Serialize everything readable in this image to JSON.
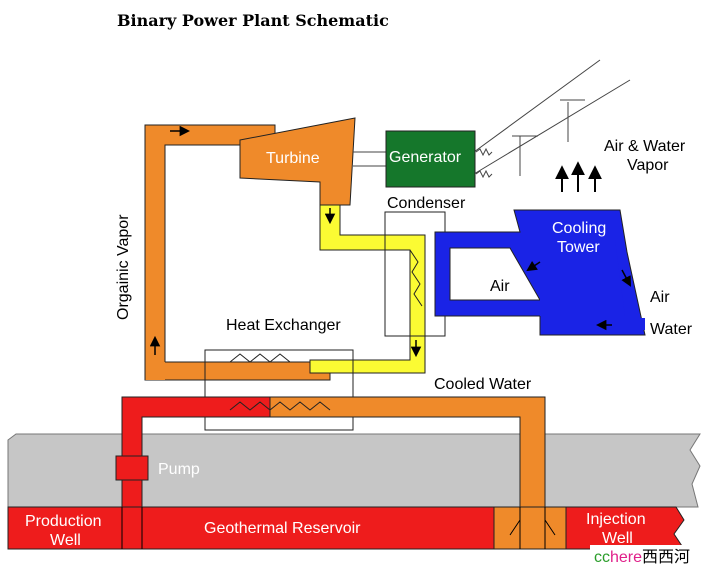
{
  "title": "Binary Power Plant Schematic",
  "labels": {
    "turbine": "Turbine",
    "generator": "Generator",
    "condenser": "Condenser",
    "cooling_tower_line1": "Cooling",
    "cooling_tower_line2": "Tower",
    "air_water_vapor_line1": "Air & Water",
    "air_water_vapor_line2": "Vapor",
    "air_left": "Air",
    "air_right": "Air",
    "water": "Water",
    "organic_vapor": "Orgainic Vapor",
    "heat_exchanger": "Heat Exchanger",
    "cooled_water": "Cooled Water",
    "pump": "Pump",
    "production_well_line1": "Production",
    "production_well_line2": "Well",
    "geothermal_reservoir": "Geothermal Reservoir",
    "injection_well_line1": "Injection",
    "injection_well_line2": "Well"
  },
  "watermark": {
    "part1": "cc",
    "part2": "here",
    "part3": "西西河"
  },
  "colors": {
    "orange": "#ef8a2a",
    "yellow": "#fbfb33",
    "red": "#ee1c1c",
    "blue": "#1a23e6",
    "green": "#15772b",
    "ground": "#c6c6c6"
  }
}
